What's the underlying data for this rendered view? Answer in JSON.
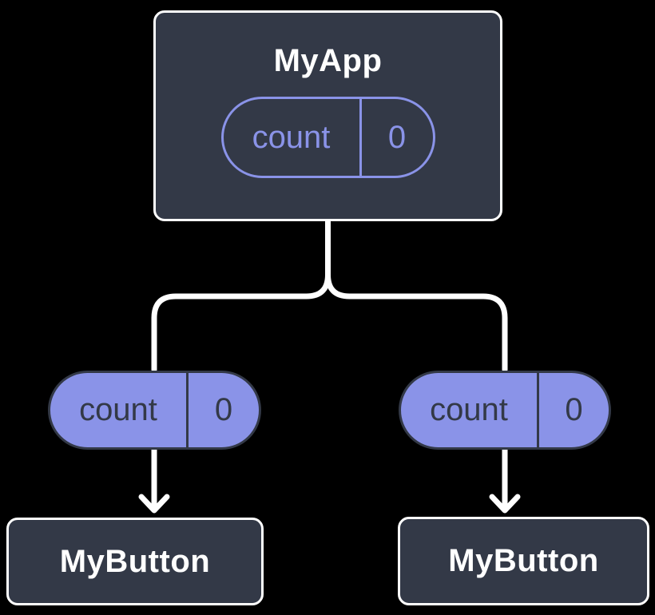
{
  "colors": {
    "background": "#000000",
    "node_fill": "#333947",
    "node_border": "#ffffff",
    "node_text": "#ffffff",
    "accent_purple": "#8a93e8",
    "pill_dark_text": "#333947",
    "pill_dark_border": "#333947",
    "connector": "#ffffff"
  },
  "diagram": {
    "root_node": {
      "title": "MyApp",
      "state_pill": {
        "label": "count",
        "value": "0"
      }
    },
    "left_pill": {
      "label": "count",
      "value": "0"
    },
    "right_pill": {
      "label": "count",
      "value": "0"
    },
    "left_child_node": {
      "title": "MyButton"
    },
    "right_child_node": {
      "title": "MyButton"
    }
  }
}
